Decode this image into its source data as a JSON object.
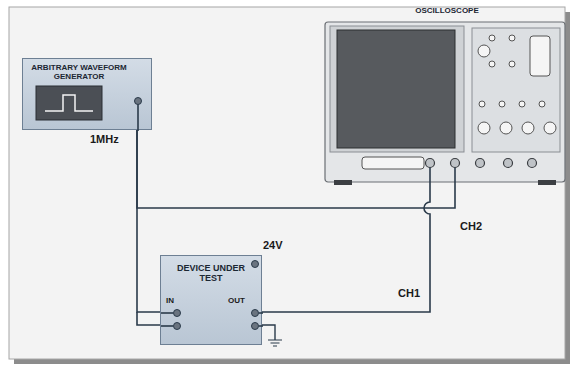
{
  "diagram": {
    "nodes": [
      {
        "text": [
          "ARBITRARY WAVEFORM GENERATOR"
        ]
      },
      {
        "text": [
          "OSCILLOSCOPE"
        ]
      },
      {
        "text": [
          "DEVICE UNDER TEST"
        ]
      }
    ],
    "edges": [
      {
        "from": 0,
        "to": 2,
        "arrow": "none",
        "label": "1MHz"
      },
      {
        "from": 0,
        "to": 1,
        "arrow": "none",
        "label": "CH2"
      },
      {
        "from": 2,
        "to": 1,
        "arrow": "none",
        "label": "CH1"
      }
    ],
    "labels": [
      "24V",
      "IN",
      "OUT"
    ]
  }
}
